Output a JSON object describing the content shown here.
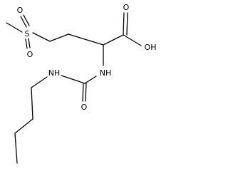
{
  "molecule": {
    "atoms": {
      "sulfonyl_o_top": "O",
      "sulfonyl_o_bottom": "O",
      "sulfur": "S",
      "carboxyl_o": "O",
      "carboxyl_oh": "OH",
      "amine_nh_1": "NH",
      "amine_nh_2": "NH",
      "carbonyl_o": "O"
    }
  }
}
